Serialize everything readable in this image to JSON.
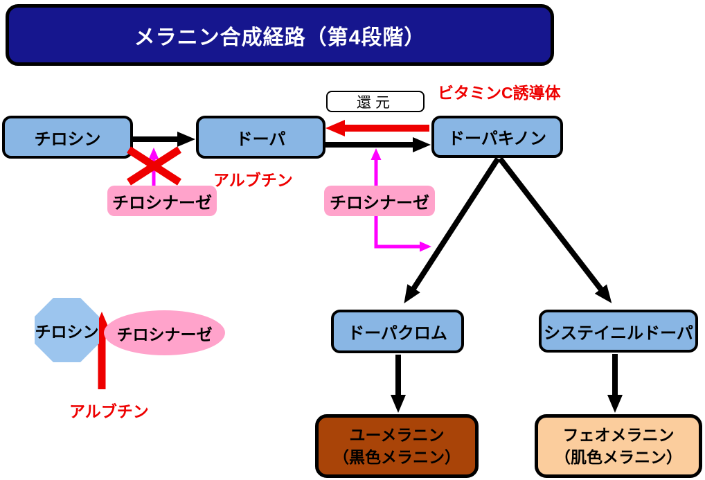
{
  "title": {
    "text": "メラニン合成経路（第4段階）"
  },
  "nodes": {
    "tyrosine": "チロシン",
    "dopa": "ドーパ",
    "dopaquinone": "ドーパキノン",
    "dopachrome": "ドーパクロム",
    "cysteinyl_dopa": "システイニルドーパ",
    "eumelanin_line1": "ユーメラニン",
    "eumelanin_line2": "（黒色メラニン）",
    "pheomelanin_line1": "フェオメラニン",
    "pheomelanin_line2": "（肌色メラニン）"
  },
  "labels": {
    "reduction": "還元",
    "vitamin_c_derivative": "ビタミンC誘導体",
    "arbutin_top": "アルブチン",
    "arbutin_bottom": "アルブチン",
    "tyrosinase_top": "チロシナーゼ",
    "tyrosinase_mid": "チロシナーゼ",
    "tyrosinase_ellipse": "チロシナーゼ",
    "tyrosine_octagon": "チロシン"
  },
  "colors": {
    "title_bg": "#16168E",
    "title_text": "#FFFFFF",
    "node_blue": "#89B6E4",
    "octagon_blue": "#9CC5EE",
    "enzyme_pink": "#FFA3CB",
    "magenta": "#FF00FF",
    "red": "#EE0000",
    "eumelanin_brown": "#A94408",
    "pheomelanin_peach": "#FBCD9D",
    "arrow_black": "#000000"
  }
}
